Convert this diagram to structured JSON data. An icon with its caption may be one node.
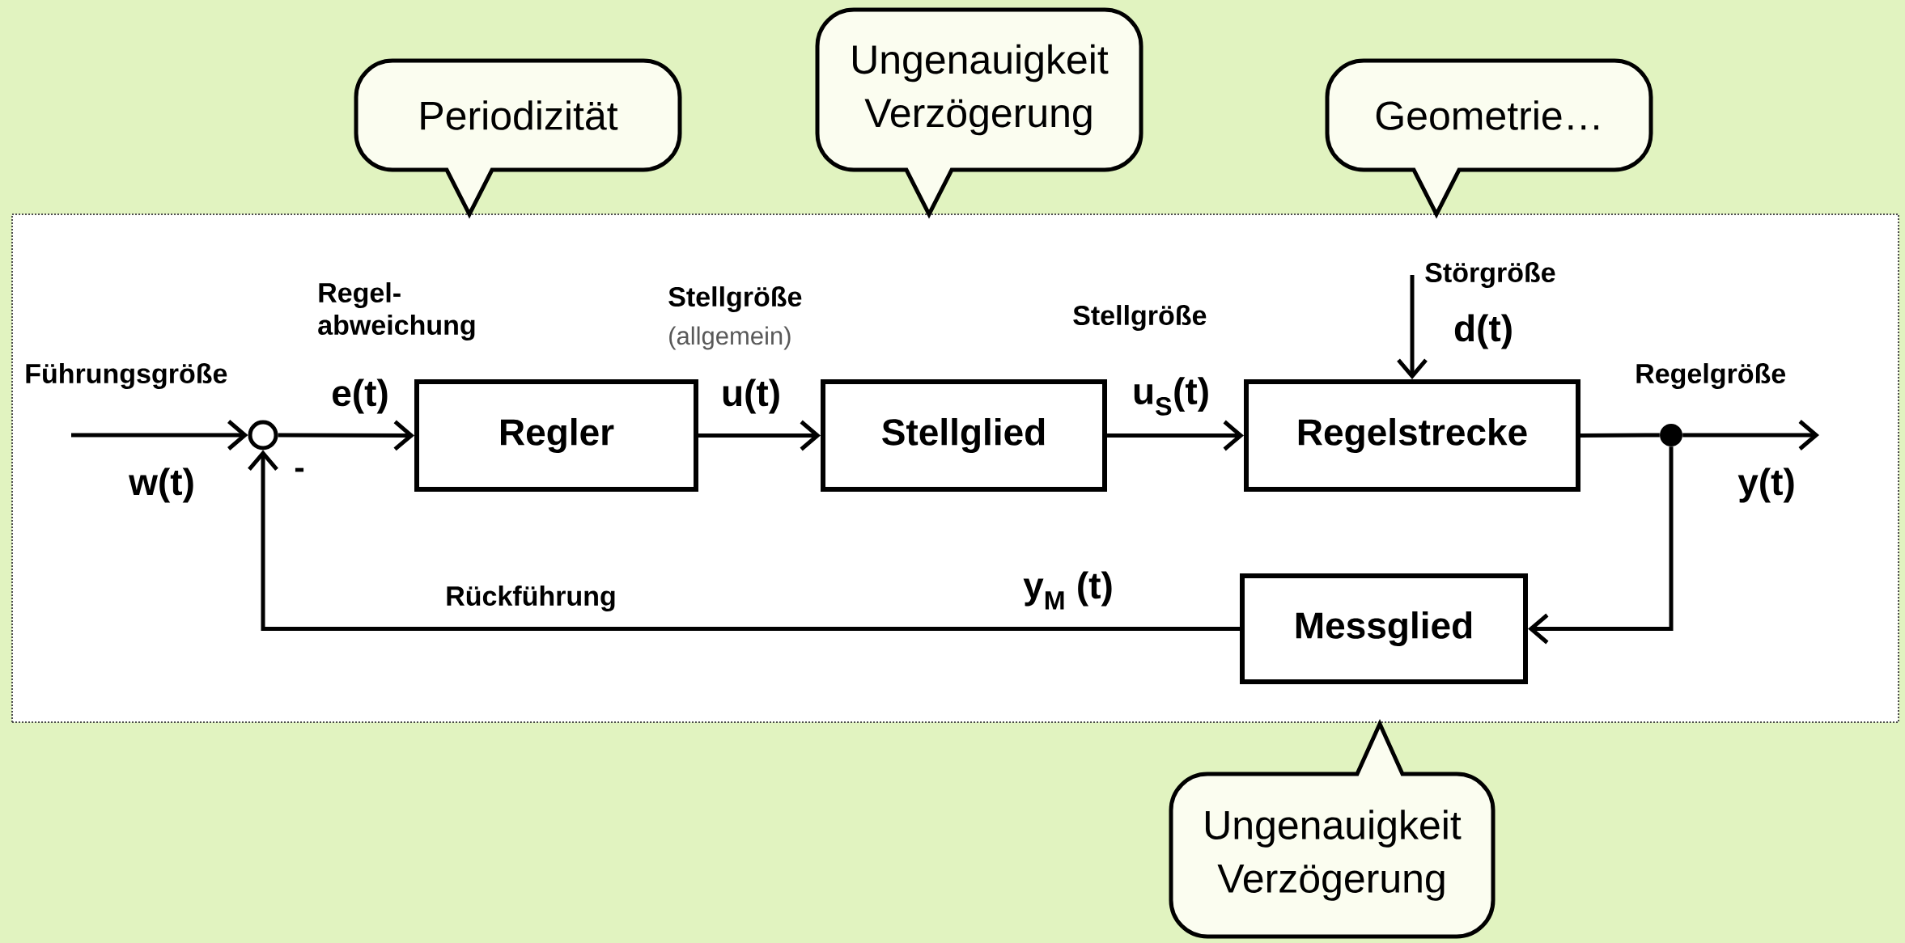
{
  "diagram": {
    "nodes": [
      {
        "text": [],
        "shape": "box"
      },
      {
        "text": [
          "Periodizität"
        ]
      },
      {
        "text": [
          "Ungenauigkeit Verzögerung"
        ]
      },
      {
        "text": [
          "Geometrie…"
        ]
      },
      {
        "text": [
          "Ungenauigkeit Verzögerung"
        ]
      },
      {
        "text": [],
        "shape": "circle",
        "in": 0
      },
      {
        "text": [
          "Regler"
        ],
        "in": 0
      },
      {
        "text": [
          "Stellglied"
        ],
        "in": 0
      },
      {
        "text": [
          "Regelstrecke"
        ],
        "in": 0
      },
      {
        "text": [],
        "shape": "circle",
        "in": 0
      },
      {
        "text": [
          "Messglied"
        ],
        "in": 0
      },
      {
        "text": [
          "Störgröße"
        ],
        "in": 0
      }
    ],
    "edges": [
      {
        "from": null,
        "to": 5,
        "arrow": "to",
        "label": "w(t)"
      },
      {
        "from": 5,
        "to": 6,
        "arrow": "to",
        "label": "e(t)"
      },
      {
        "from": 6,
        "to": 7,
        "arrow": "to",
        "label": "u(t)"
      },
      {
        "from": 7,
        "to": 8,
        "arrow": "to",
        "label": "u$_{S}$(t)"
      },
      {
        "from": 11,
        "to": 8,
        "arrow": "to",
        "label": "d(t)"
      },
      {
        "from": 8,
        "to": 9,
        "arrow": "none"
      },
      {
        "from": 9,
        "to": null,
        "arrow": "to",
        "label": "y(t)"
      },
      {
        "from": 9,
        "to": 10,
        "arrow": "to"
      },
      {
        "from": 10,
        "to": 5,
        "arrow": "to",
        "label": "y$_{M}$ (t)"
      }
    ],
    "labels": [
      "Regel- abweichung",
      "Stellgröße",
      "(allgemein)",
      "Stellgröße",
      "Führungsgröße",
      "Regelgröße",
      "-",
      "Rückführung"
    ]
  }
}
